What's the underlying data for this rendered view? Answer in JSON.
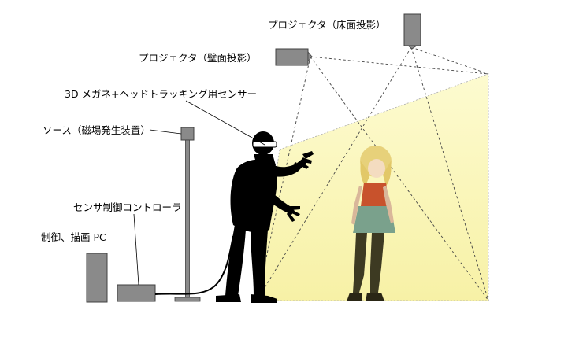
{
  "labels": {
    "projector_floor": "プロジェクタ（床面投影）",
    "projector_wall": "プロジェクタ（壁面投影）",
    "glasses_tracking_sensor": "3D メガネ+ヘッドトラッキング用センサー",
    "source": "ソース（磁場発生装置）",
    "sensor_controller": "センサ制御コントローラ",
    "control_pc": "制御、描画 PC"
  },
  "colors": {
    "projection_area": "#fbf7b8",
    "device_gray": "#8a8a8a",
    "device_border": "#404040",
    "person_silhouette": "#000000",
    "dashed_ray": "#444444"
  }
}
